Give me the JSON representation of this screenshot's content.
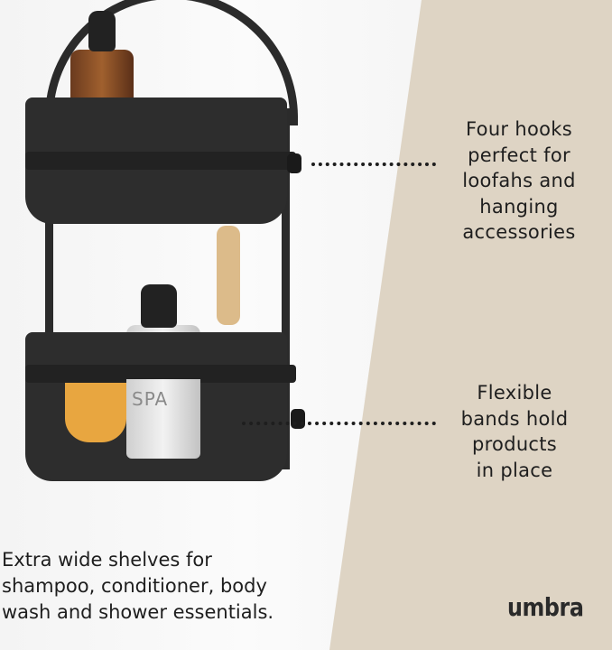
{
  "callouts": [
    {
      "lines": [
        "Four hooks",
        "perfect for",
        "loofahs and",
        "hanging",
        "accessories"
      ]
    },
    {
      "lines": [
        "Flexible",
        "bands hold",
        "products",
        "in place"
      ]
    }
  ],
  "description": {
    "lines": [
      "Extra wide shelves for",
      "shampoo, conditioner, body",
      "wash and shower essentials."
    ]
  },
  "brand": {
    "logo_text": "umbra"
  },
  "product_label": "SPA",
  "colors": {
    "beige": "#ded4c4",
    "caddy": "#2b2b2b",
    "text": "#1e1e1e"
  }
}
